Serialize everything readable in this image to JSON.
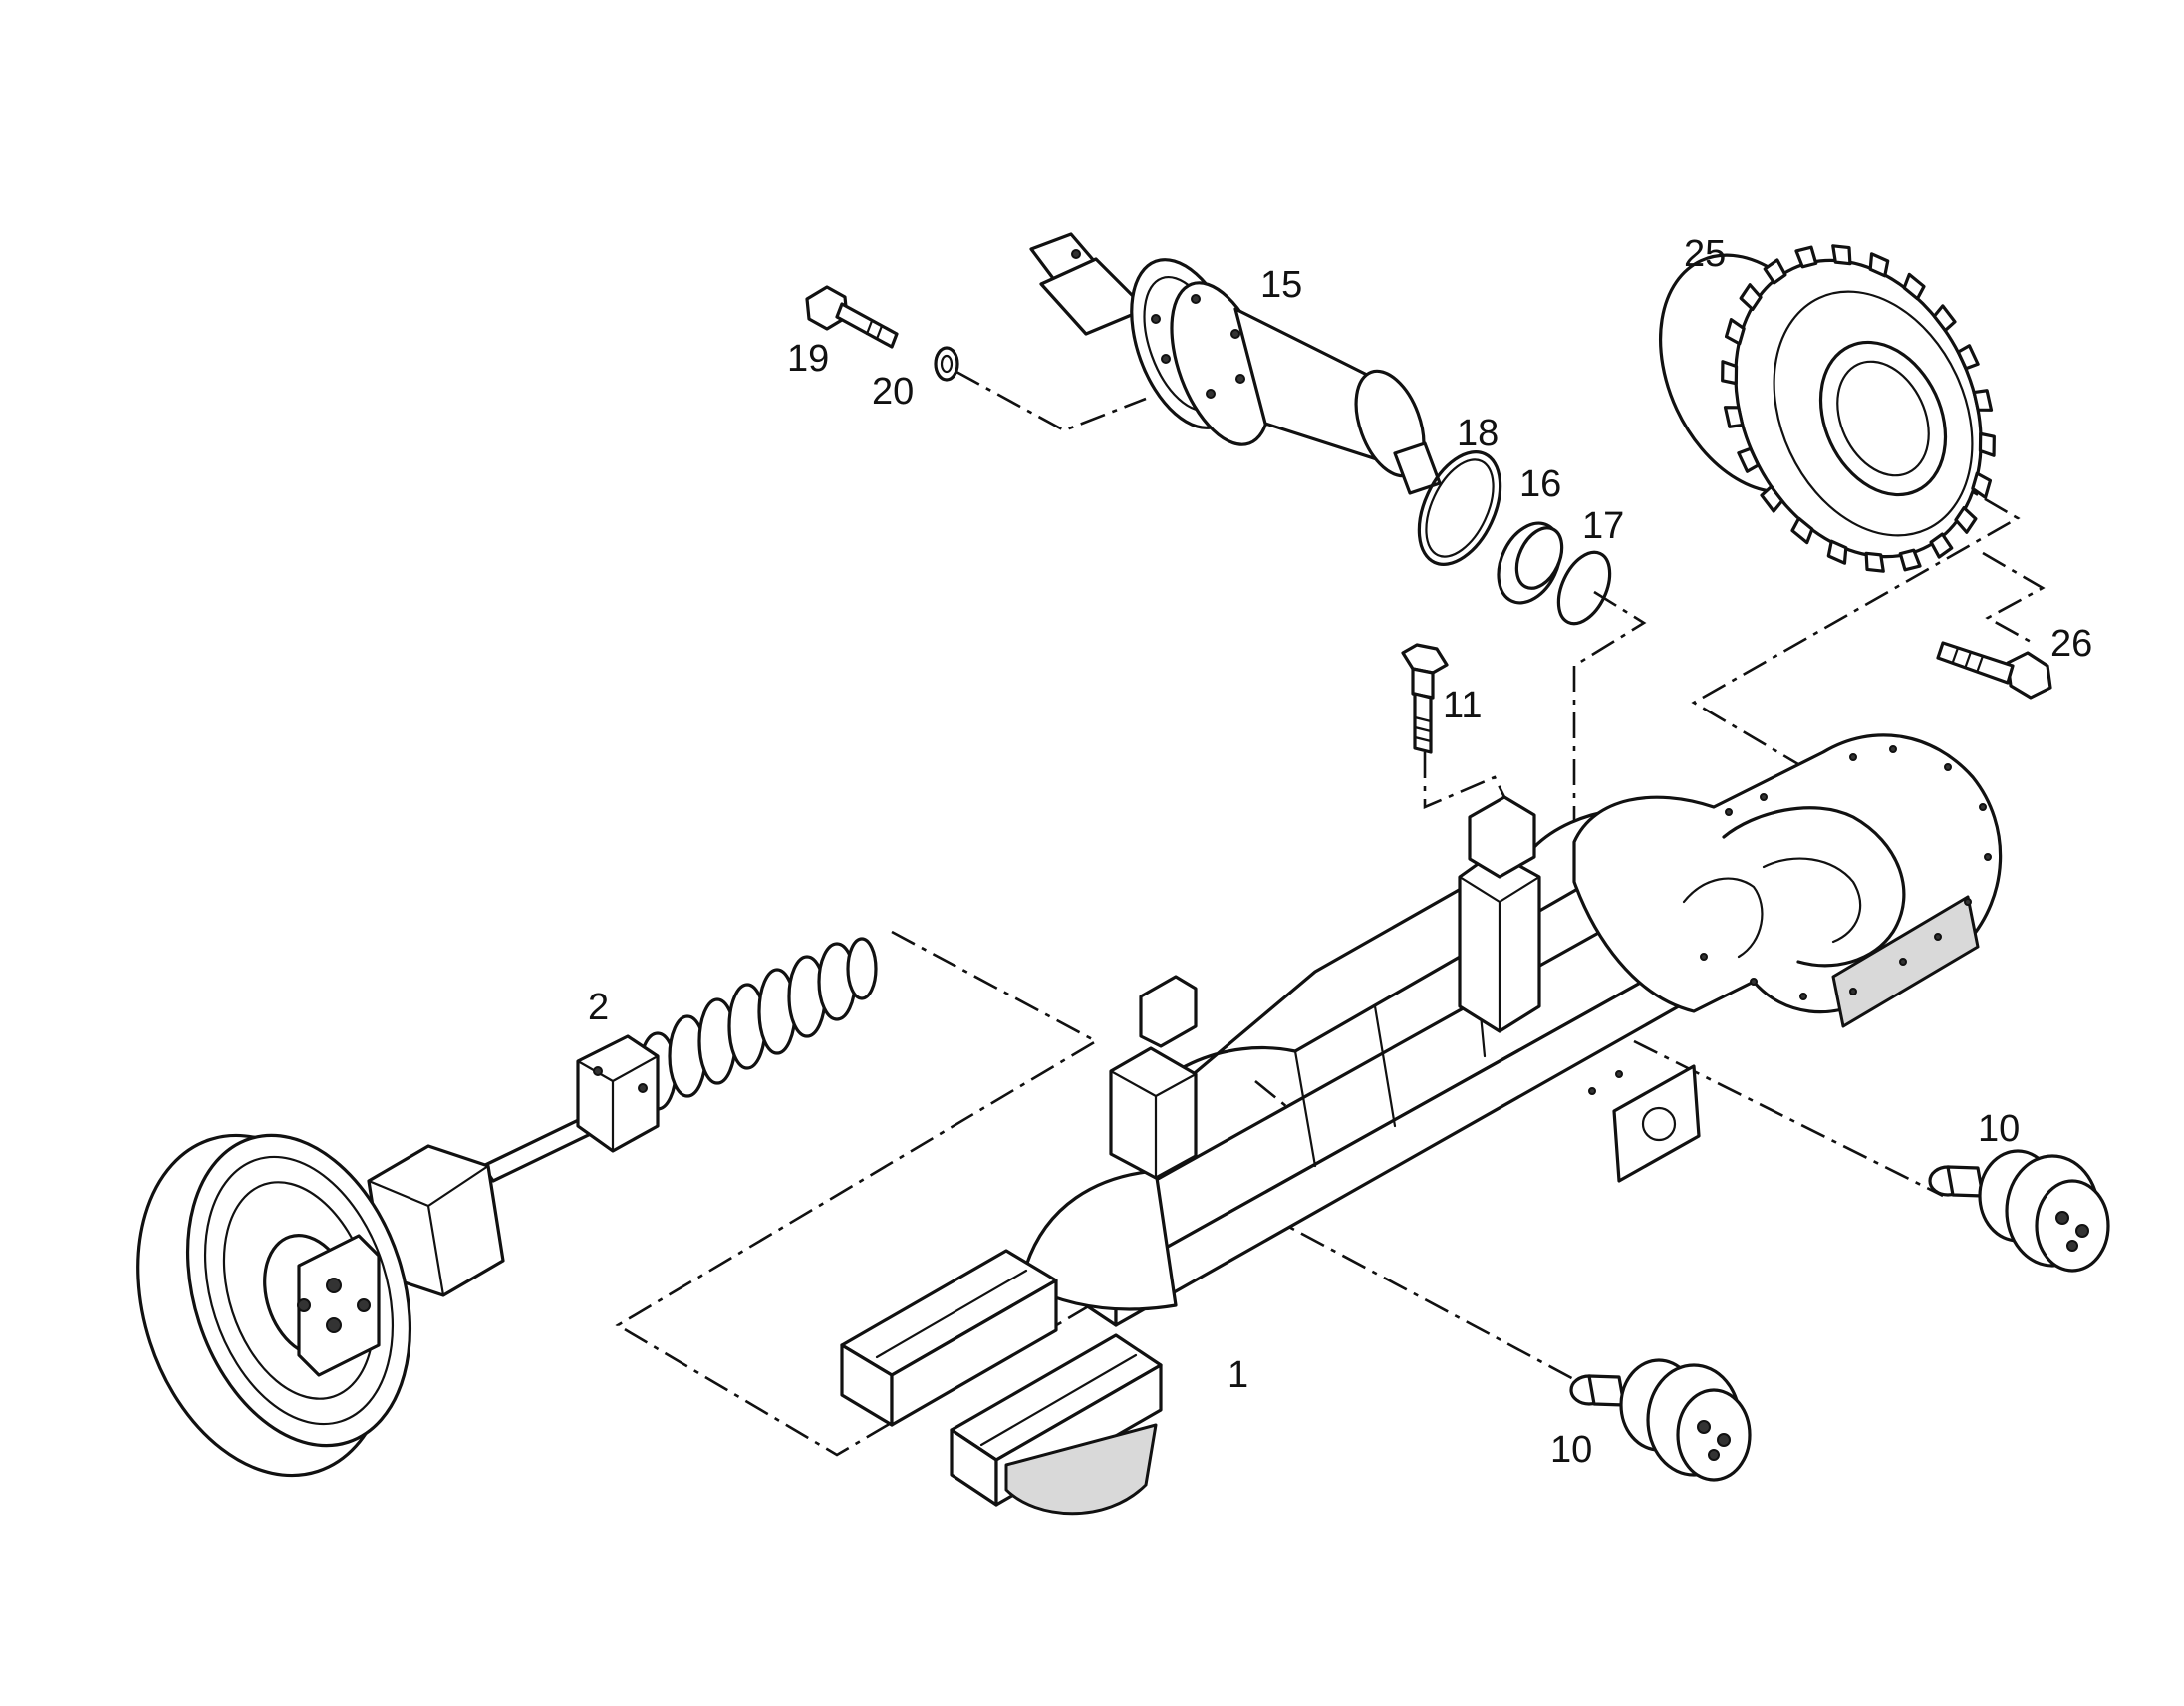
{
  "diagram": {
    "labels": {
      "p1": "1",
      "p2": "2",
      "p10a": "10",
      "p10b": "10",
      "p11": "11",
      "p15": "15",
      "p16": "16",
      "p17": "17",
      "p18": "18",
      "p19": "19",
      "p20": "20",
      "p25": "25",
      "p26": "26"
    }
  }
}
